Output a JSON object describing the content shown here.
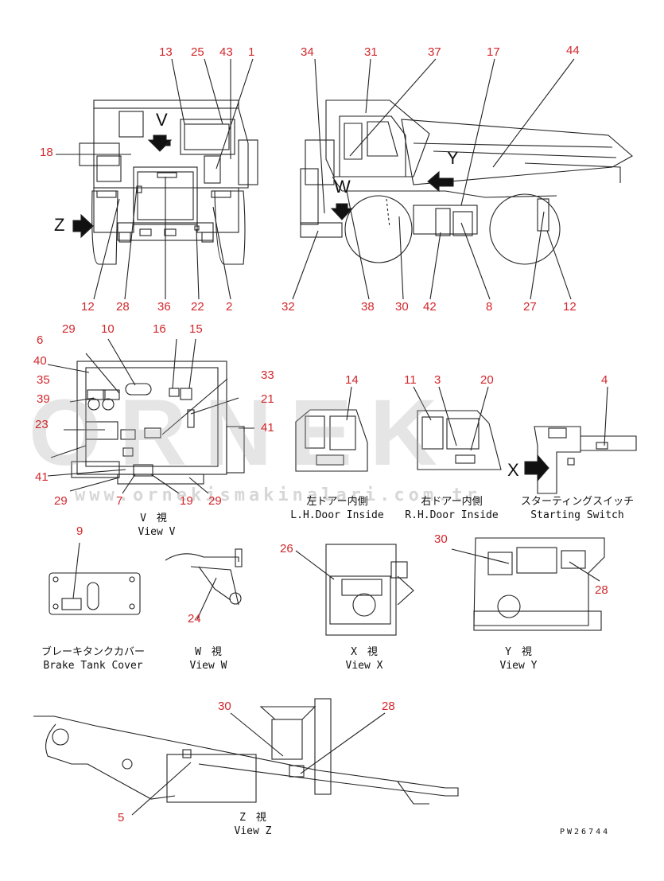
{
  "watermark": {
    "brand": "ORNEK",
    "site": "www.ornekismakinalari.com.tr"
  },
  "drawing_code": "PW26744",
  "view_letters": {
    "v": "V",
    "w": "W",
    "y": "Y",
    "z": "Z",
    "x": "X"
  },
  "captions": {
    "view_v_jp": "V　視",
    "view_v_en": "View V",
    "lh_door_jp": "左ドアー内側",
    "lh_door_en": "L.H.Door Inside",
    "rh_door_jp": "右ドアー内側",
    "rh_door_en": "R.H.Door Inside",
    "starting_switch_jp": "スターティングスイッチ",
    "starting_switch_en": "Starting Switch",
    "brake_tank_jp": "ブレーキタンクカバー",
    "brake_tank_en": "Brake Tank Cover",
    "view_w_jp": "W　視",
    "view_w_en": "View W",
    "view_x_jp": "X　視",
    "view_x_en": "View X",
    "view_y_jp": "Y　視",
    "view_y_en": "View Y",
    "view_z_jp": "Z　視",
    "view_z_en": "View Z"
  },
  "callouts": {
    "front": [
      "13",
      "25",
      "43",
      "1",
      "18",
      "12",
      "28",
      "36",
      "22",
      "2"
    ],
    "side": [
      "34",
      "31",
      "37",
      "17",
      "44",
      "32",
      "38",
      "30",
      "42",
      "8",
      "27",
      "12"
    ],
    "view_v": [
      "29",
      "10",
      "16",
      "15",
      "6",
      "40",
      "35",
      "39",
      "23",
      "41",
      "33",
      "21",
      "41",
      "29",
      "7",
      "19",
      "29"
    ],
    "lh_door": [
      "14"
    ],
    "rh_door": [
      "11",
      "3",
      "20"
    ],
    "starting_switch": [
      "4"
    ],
    "brake_tank": [
      "9"
    ],
    "view_w": [
      "24"
    ],
    "view_x": [
      "26"
    ],
    "view_y": [
      "30",
      "28"
    ],
    "view_z": [
      "30",
      "28",
      "5"
    ]
  }
}
